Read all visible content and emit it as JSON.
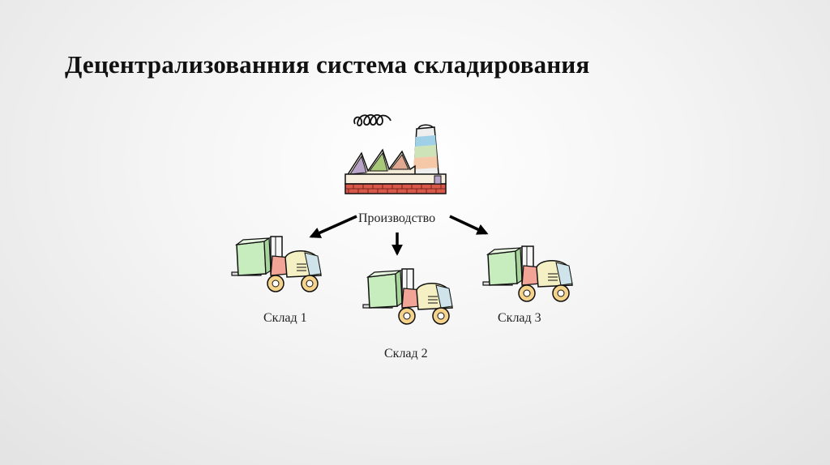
{
  "slide": {
    "title": "Децентрализованния система складирования"
  },
  "diagram": {
    "source": {
      "label": "Производство",
      "icon": "factory-icon"
    },
    "warehouses": [
      {
        "label": "Склад 1",
        "icon": "forklift-icon"
      },
      {
        "label": "Склад 2",
        "icon": "forklift-icon"
      },
      {
        "label": "Склад 3",
        "icon": "forklift-icon"
      }
    ]
  }
}
